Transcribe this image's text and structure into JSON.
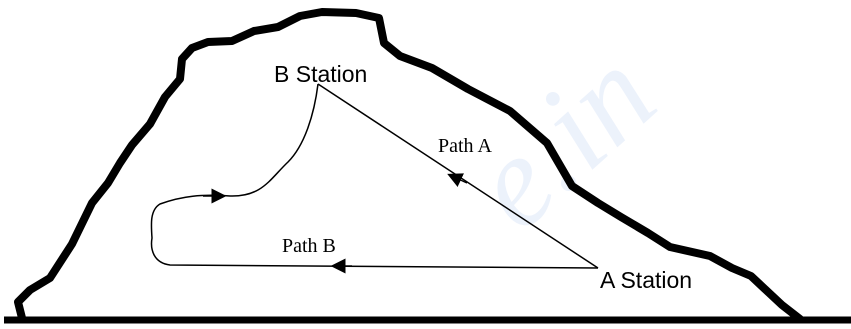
{
  "diagram": {
    "labels": {
      "station_b": "B Station",
      "station_a": "A Station",
      "path_a": "Path A",
      "path_b": "Path B"
    },
    "watermark": "e.in",
    "colors": {
      "outline": "#000000",
      "watermark": "#b8cdf1"
    }
  }
}
